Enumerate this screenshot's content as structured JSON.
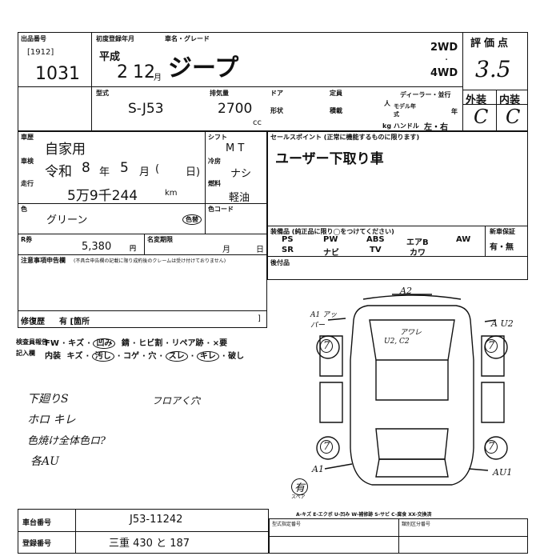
{
  "header": {
    "lot_label": "出品番号",
    "lot_sub": "[1912]",
    "lot_number": "1031",
    "first_reg_label": "初度登録年月",
    "era": "平成",
    "reg_year": "2",
    "reg_month": "12",
    "month_unit": "月",
    "name_grade_label": "車名・グレード",
    "car_name": "ジープ",
    "drive_2wd": "2WD",
    "drive_4wd": "4WD",
    "score_label": "評価点",
    "score": "3.5",
    "model_label": "型式",
    "model": "S-J53",
    "disp_label": "排気量",
    "displacement": "2700",
    "cc": "cc",
    "door_label": "ドア",
    "seats_label": "定員",
    "person_unit": "人",
    "dealer_label": "ディーラー・並行",
    "model_year_label": "モデル年式",
    "year_unit": "年",
    "shape_label": "形状",
    "weight_label": "積載",
    "kg_handle": "kg ハンドル",
    "handle_lr": "左・右",
    "ext_label": "外装",
    "int_label": "内装",
    "ext_grade": "C",
    "int_grade": "C"
  },
  "details": {
    "body_type_label": "車歴",
    "body_type": "自家用",
    "shaken_label": "車検",
    "shaken_era": "令和",
    "shaken_year": "8",
    "shaken_month": "5",
    "year_char": "年",
    "month_char": "月",
    "day_paren": "(",
    "day_char": "日)",
    "mileage_label": "走行",
    "mileage": "5万9千244",
    "km": "km",
    "color_label": "色",
    "color": "グリーン",
    "color_change": "色替",
    "shift_label": "シフト",
    "shift": "M T",
    "ac_label": "冷房",
    "ac": "ナシ",
    "fuel_label": "燃料",
    "fuel": "軽油",
    "color_code_label": "色コード",
    "recycle_label": "R券",
    "recycle": "5,380",
    "yen": "円",
    "recall_label": "名変期限",
    "recall_m": "月",
    "recall_d": "日",
    "notes_label": "注意事項申告欄",
    "notes_sub": "(不具合申告欄の記載に限り成約後のクレームは受け付けておりません)",
    "repair_label": "修復歴",
    "repair": "有 [箇所",
    "repair_close": "]"
  },
  "sales": {
    "label": "セールスポイント (正常に機能するものに限ります)",
    "text": "ユーザー下取り車",
    "equip_label": "装備品 (純正品に限り◯をつけてください)",
    "new_label": "新車保証",
    "equip": [
      "PS",
      "PW",
      "ABS",
      "エアB",
      "AW",
      "SR",
      "ナビ",
      "TV",
      "カワ"
    ],
    "warranty": "有・無",
    "after_label": "後付品"
  },
  "inspection": {
    "ext_label": "検査員報告",
    "int_label": "記入欄",
    "ext_items": [
      "FW",
      "キズ",
      "凹み",
      "錆",
      "ヒビ割",
      "リペア跡",
      "×要"
    ],
    "int_items": [
      "内装",
      "キズ",
      "汚し",
      "コゲ",
      "穴",
      "スレ",
      "キレ",
      "破し"
    ]
  },
  "diagram": {
    "top_label": "A2",
    "front_left": "A1 アッパー",
    "front_right": "A U2",
    "center1": "アワレ",
    "center2": "U2, C2",
    "marks": [
      "7",
      "7",
      "7",
      "7"
    ],
    "rear_left": "A1",
    "rear_right": "AU1",
    "spare": "有",
    "spare_sub": "スペア"
  },
  "handwritten": {
    "note1": "下廻りS",
    "note2": "ホロ キレ",
    "note3": "色焼け全体色ロ?",
    "note4": "各AU",
    "note5": "フロアく穴"
  },
  "legend": "A-キズ E-エクボ U-凹み W-補修跡 S-サビ C-腐食 XX-交換済",
  "footer": {
    "chassis_label": "車台番号",
    "chassis": "J53-11242",
    "plate_label": "登録番号",
    "plate": "三重 430 と 187",
    "type_spec_label": "型式指定番号",
    "class_label": "類別区分番号"
  }
}
